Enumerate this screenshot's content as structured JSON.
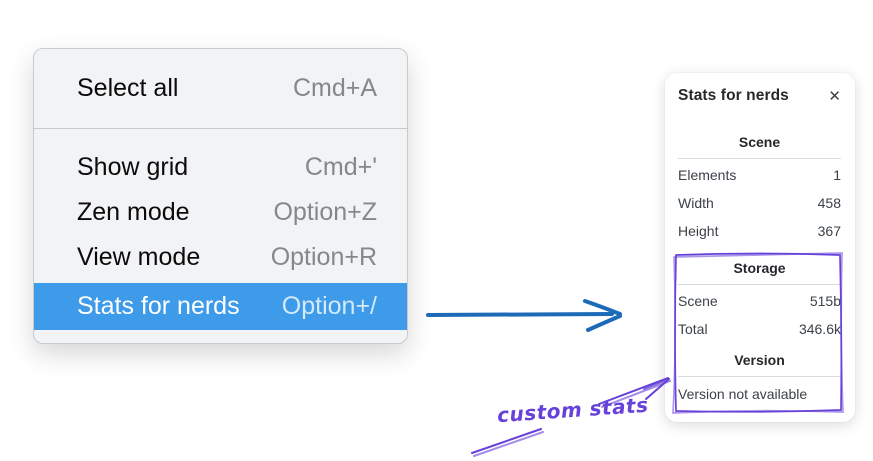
{
  "colors": {
    "menu_highlight": "#3d9be9",
    "arrow_blue": "#1d6ab8",
    "annotation_purple": "#6741d9"
  },
  "context_menu": {
    "items": [
      {
        "label": "Select all",
        "shortcut": "Cmd+A",
        "highlighted": false
      },
      {
        "label": "Show grid",
        "shortcut": "Cmd+'",
        "highlighted": false
      },
      {
        "label": "Zen mode",
        "shortcut": "Option+Z",
        "highlighted": false
      },
      {
        "label": "View mode",
        "shortcut": "Option+R",
        "highlighted": false
      },
      {
        "label": "Stats for nerds",
        "shortcut": "Option+/",
        "highlighted": true
      }
    ]
  },
  "stats_panel": {
    "title": "Stats for nerds",
    "close_icon": "✕",
    "sections": [
      {
        "heading": "Scene",
        "rows": [
          {
            "label": "Elements",
            "value": "1"
          },
          {
            "label": "Width",
            "value": "458"
          },
          {
            "label": "Height",
            "value": "367"
          }
        ]
      },
      {
        "heading": "Storage",
        "rows": [
          {
            "label": "Scene",
            "value": "515b"
          },
          {
            "label": "Total",
            "value": "346.6k"
          }
        ]
      },
      {
        "heading": "Version",
        "rows": [],
        "note": "Version not available"
      }
    ]
  },
  "annotation": {
    "label": "custom stats"
  }
}
